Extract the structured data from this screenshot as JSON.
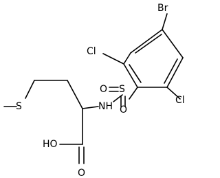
{
  "molecule": {
    "atoms": {
      "br": "Br",
      "cl_top": "Cl",
      "cl_right": "Cl",
      "s_sulfonyl": "S",
      "o_left": "O",
      "o_bottom": "O",
      "nh": "NH",
      "s_thioether": "S",
      "oh": "HO",
      "o_carbonyl": "O"
    }
  }
}
